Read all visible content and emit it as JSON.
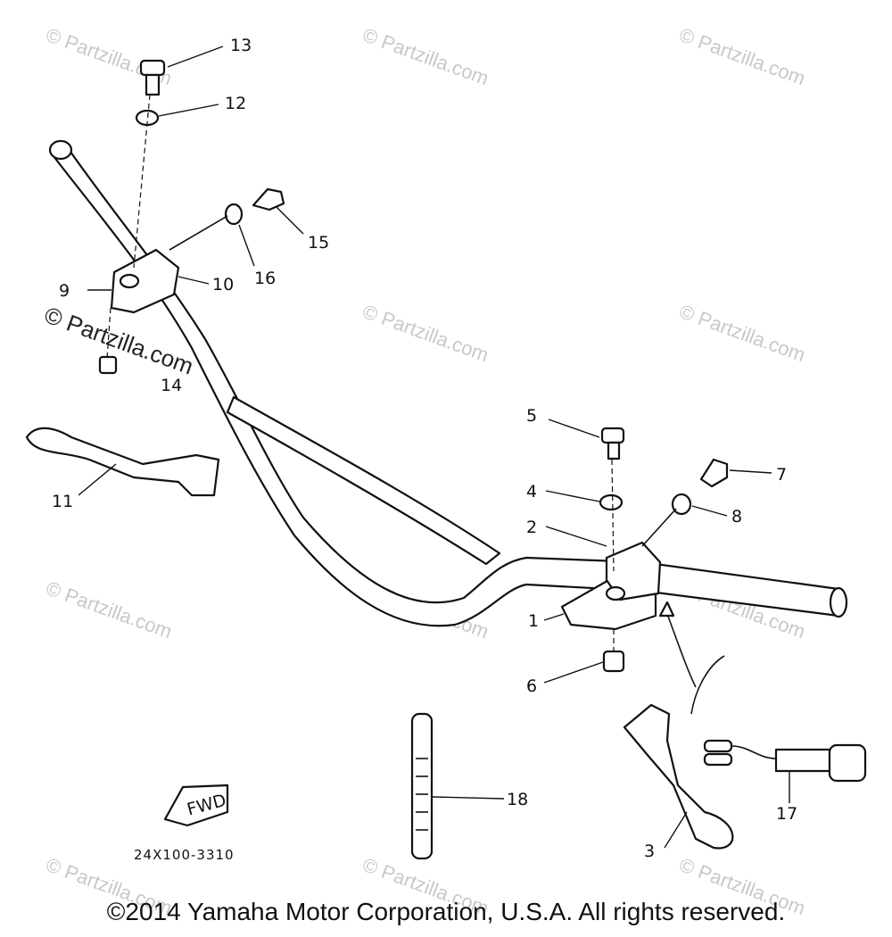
{
  "diagram": {
    "part_labels": [
      "1",
      "2",
      "3",
      "4",
      "5",
      "6",
      "7",
      "8",
      "9",
      "10",
      "11",
      "12",
      "13",
      "14",
      "15",
      "16",
      "17",
      "18"
    ],
    "part_code": "24X100-3310",
    "fwd_label": "FWD",
    "watermark": {
      "small": "© Partzilla.com",
      "large": "© Partzilla.com"
    }
  },
  "footer": {
    "copyright": "©2014 Yamaha Motor Corporation, U.S.A. All rights reserved."
  }
}
